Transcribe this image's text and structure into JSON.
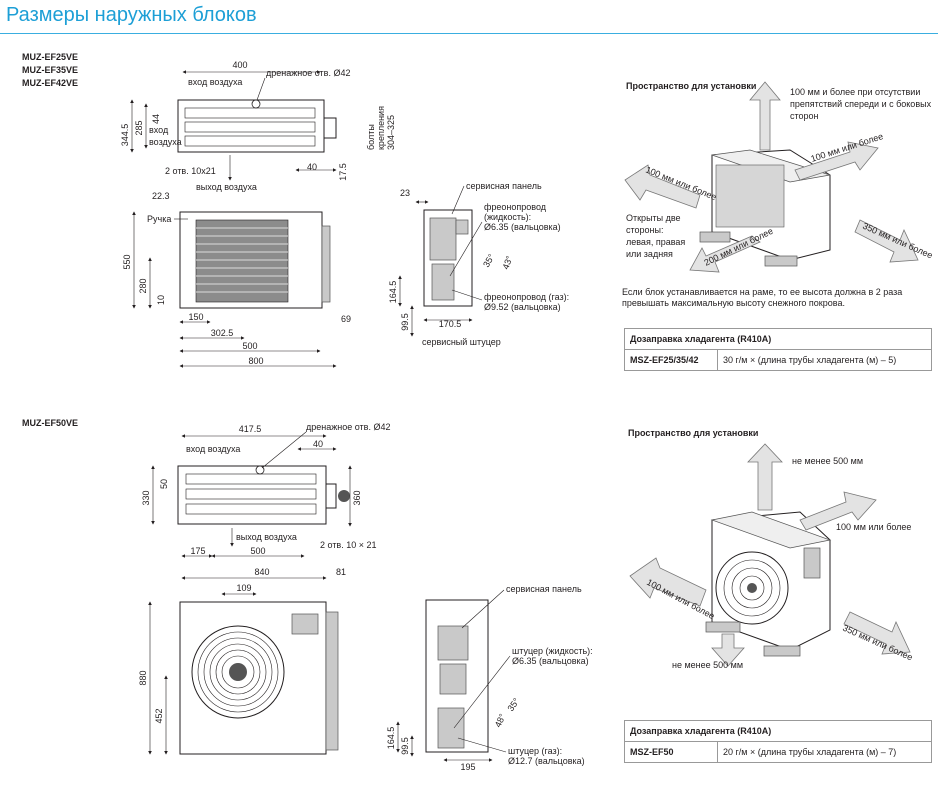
{
  "page_title": "Размеры наружных блоков",
  "unit1": {
    "models": [
      "MUZ-EF25VE",
      "MUZ-EF35VE",
      "MUZ-EF42VE"
    ],
    "top_view": {
      "dim_400": "400",
      "air_in": "вход воздуха",
      "drain": "дренажное отв. Ø42",
      "air_in_side": "вход\nвоздуха",
      "dim_3445": "344.5",
      "dim_285": "285",
      "dim_44": "44",
      "dim_40": "40",
      "dim_175": "17.5",
      "holes": "2 отв. 10x21",
      "air_out": "выход воздуха",
      "bolts": "болты\nкрепления\n304–325"
    },
    "front_view": {
      "dim_223": "22.3",
      "handle": "Ручка",
      "dim_550": "550",
      "dim_280": "280",
      "dim_10": "10",
      "dim_150": "150",
      "dim_3025": "302.5",
      "dim_500": "500",
      "dim_800": "800",
      "dim_69": "69"
    },
    "side_view": {
      "dim_23": "23",
      "service_panel": "сервисная панель",
      "liquid_pipe": "фреонопровод\n(жидкость):\nØ6.35 (вальцовка)",
      "angle_35": "35°",
      "angle_43": "43°",
      "dim_1645": "164.5",
      "dim_995": "99.5",
      "dim_1705": "170.5",
      "gas_pipe": "фреонопровод (газ):\nØ9.52 (вальцовка)",
      "service_port": "сервисный штуцер"
    },
    "install": {
      "heading": "Пространство для установки",
      "top_note": "100 мм и более при отсутствии\nпрепятствий спереди и с боковых\nсторон",
      "left_arrow": "100 мм или более",
      "right_arrow": "100 мм или более",
      "front_arrow": "200 мм или более",
      "right_front_arrow": "350 мм или более",
      "open_sides": "Открыты две\nстороны:\nлевая, правая\nили задняя",
      "frame_note": "Если блок устанавливается на раме, то ее высота должна в 2 раза\nпревышать максимальную высоту снежного покрова."
    },
    "charge_table": {
      "header": "Дозаправка хладагента (R410A)",
      "model": "MSZ-EF25/35/42",
      "formula": "30 г/м × (длина трубы хладагента (м) – 5)"
    }
  },
  "unit2": {
    "model": "MUZ-EF50VE",
    "top_view": {
      "dim_4175": "417.5",
      "drain": "дренажное отв. Ø42",
      "dim_40": "40",
      "air_in": "вход воздуха",
      "dim_330": "330",
      "dim_50": "50",
      "dim_360": "360",
      "air_out": "выход воздуха",
      "dim_175": "175",
      "dim_500": "500",
      "holes": "2 отв. 10 × 21"
    },
    "front_view": {
      "dim_840": "840",
      "dim_81": "81",
      "dim_109": "109",
      "dim_880": "880",
      "dim_452": "452"
    },
    "side_view": {
      "service_panel": "сервисная панель",
      "liquid_pipe": "штуцер (жидкость):\nØ6.35 (вальцовка)",
      "angle_35": "35°",
      "angle_48": "48°",
      "dim_1645": "164.5",
      "dim_995": "99.5",
      "dim_195": "195",
      "gas_pipe": "штуцер (газ):\nØ12.7 (вальцовка)"
    },
    "install": {
      "heading": "Пространство для установки",
      "top_arrow": "не менее 500 мм",
      "right_arrow": "100 мм или более",
      "left_arrow": "100 мм или более",
      "front_arrow": "не менее 500 мм",
      "right_front_arrow": "350 мм или более"
    },
    "charge_table": {
      "header": "Дозаправка хладагента (R410A)",
      "model": "MSZ-EF50",
      "formula": "20 г/м × (длина трубы хладагента (м) – 7)"
    }
  }
}
